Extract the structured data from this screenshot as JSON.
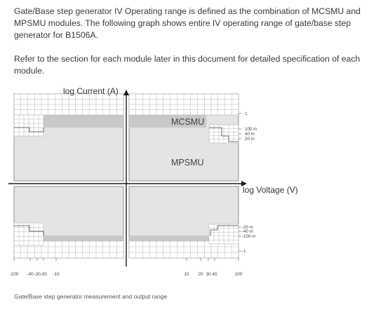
{
  "text": {
    "paragraph1": "Gate/Base step generator IV Operating range is defined as the combination of MCSMU and MPSMU modules. The following graph shows entire IV operating range of gate/base step generator for B1506A.",
    "paragraph2": "Refer to the section for each module later in this document for detailed specification of each module.",
    "caption": "Gate/Base step generator measurement and output range"
  },
  "chart_data": {
    "type": "area",
    "xlabel": "log Voltage (V)",
    "ylabel": "log Current (A)",
    "x_ticks": [
      "-100",
      "-40",
      "-30",
      "-20",
      "-10",
      "10",
      "20",
      "30",
      "40",
      "100"
    ],
    "y_ticks_positive": [
      "1",
      "100 m",
      "40 m",
      "20 m"
    ],
    "y_ticks_negative": [
      "-20 m",
      "-40 m",
      "-100 m",
      "-1"
    ],
    "regions": [
      {
        "name": "MCSMU",
        "label": "MCSMU"
      },
      {
        "name": "MPSMU",
        "label": "MPSMU"
      }
    ],
    "colors": {
      "mpsmu": "#e4e4e4",
      "mcsmu": "#c8c8c8",
      "grid": "#b4b4b4",
      "axis": "#1a1a1a"
    }
  }
}
